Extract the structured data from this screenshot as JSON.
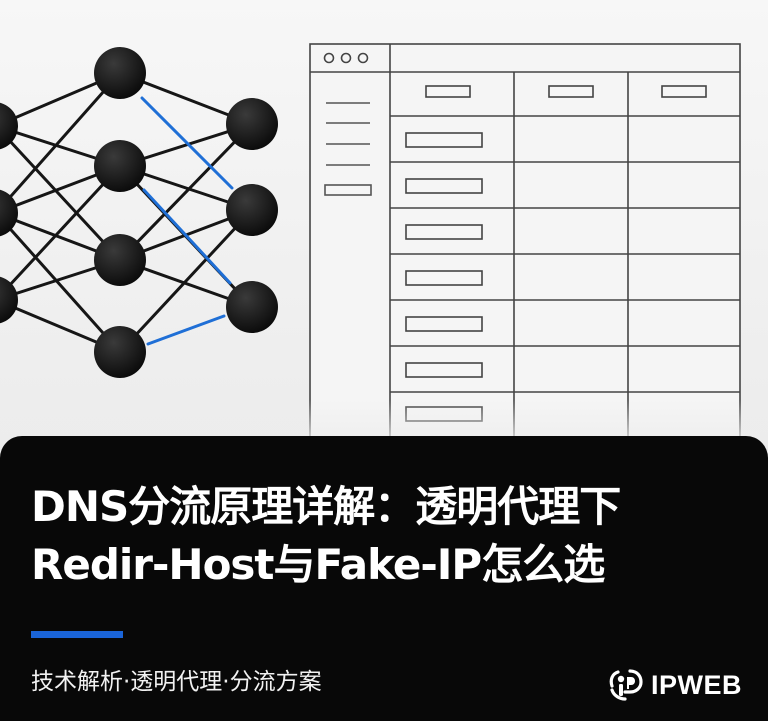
{
  "headline": {
    "line1": "DNS分流原理详解：透明代理下",
    "line2": "Redir-Host与Fake-IP怎么选"
  },
  "subtitle": "技术解析·透明代理·分流方案",
  "brand": {
    "name": "IPWEB",
    "logo_icon": "ipweb-logo-icon"
  },
  "colors": {
    "accent": "#1a64d8",
    "panel": "#080808",
    "background": "#efefef",
    "node": "#111111",
    "highlight_edge": "#1f6fd6"
  }
}
